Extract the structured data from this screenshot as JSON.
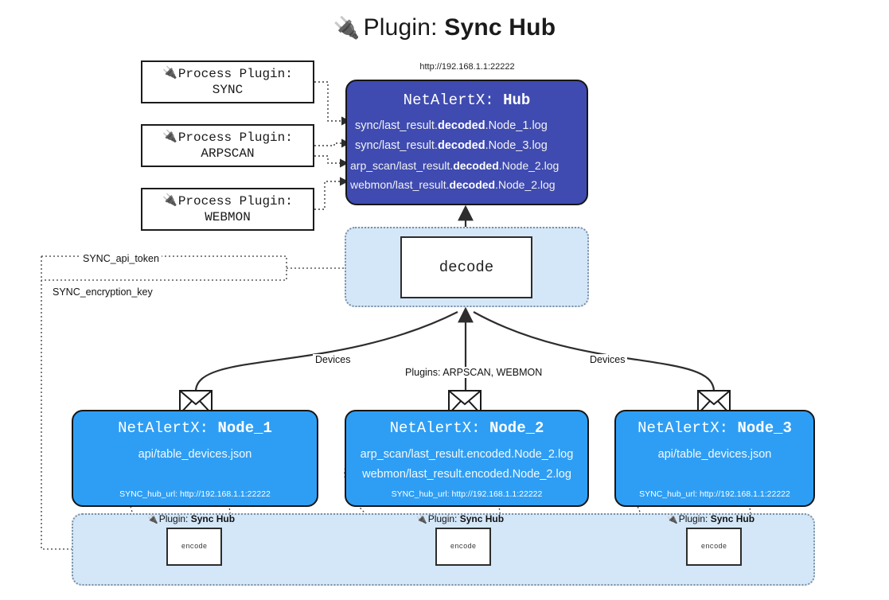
{
  "title": {
    "icon": "plug-icon",
    "label": "Plugin:",
    "name": "Sync Hub"
  },
  "hub": {
    "url": "http://192.168.1.1:22222",
    "prefix": "NetAlertX:",
    "name": "Hub",
    "lines": [
      {
        "pre": "sync/last_result.",
        "bold": "decoded",
        "post": ".Node_1.log"
      },
      {
        "pre": "sync/last_result.",
        "bold": "decoded",
        "post": ".Node_3.log"
      },
      {
        "pre": "arp_scan/last_result.",
        "bold": "decoded",
        "post": ".Node_2.log"
      },
      {
        "pre": "webmon/last_result.",
        "bold": "decoded",
        "post": ".Node_2.log"
      }
    ]
  },
  "process_plugins": [
    {
      "label": "Process Plugin:",
      "name": "SYNC",
      "icon": "plug-icon"
    },
    {
      "label": "Process Plugin:",
      "name": "ARPSCAN",
      "icon": "plug-icon"
    },
    {
      "label": "Process Plugin:",
      "name": "WEBMON",
      "icon": "plug-icon"
    }
  ],
  "decode": {
    "box_label": "decode"
  },
  "settings": {
    "api_token": "SYNC_api_token",
    "encryption_key": "SYNC_encryption_key"
  },
  "edges": {
    "devices_left": "Devices",
    "devices_right": "Devices",
    "plugins_mid": "Plugins: ARPSCAN, WEBMON"
  },
  "nodes": [
    {
      "prefix": "NetAlertX:",
      "name": "Node_1",
      "lines": [
        "api/table_devices.json"
      ],
      "footer": "SYNC_hub_url: http://192.168.1.1:22222",
      "icon": "envelope-icon"
    },
    {
      "prefix": "NetAlertX:",
      "name": "Node_2",
      "lines": [
        "arp_scan/last_result.encoded.Node_2.log",
        "webmon/last_result.encoded.Node_2.log"
      ],
      "footer": "SYNC_hub_url: http://192.168.1.1:22222",
      "icon": "envelope-icon"
    },
    {
      "prefix": "NetAlertX:",
      "name": "Node_3",
      "lines": [
        "api/table_devices.json"
      ],
      "footer": "SYNC_hub_url: http://192.168.1.1:22222",
      "icon": "envelope-icon"
    }
  ],
  "encoders": [
    {
      "tag_label": "Plugin:",
      "tag_name": "Sync Hub",
      "box_label": "encode",
      "icon": "plug-icon"
    },
    {
      "tag_label": "Plugin:",
      "tag_name": "Sync Hub",
      "box_label": "encode",
      "icon": "plug-icon"
    },
    {
      "tag_label": "Plugin:",
      "tag_name": "Sync Hub",
      "box_label": "encode",
      "icon": "plug-icon"
    }
  ],
  "colors": {
    "hub": "#3f4bb0",
    "node": "#2e9ef4",
    "panel": "#d4e7f8",
    "stroke": "#161616"
  }
}
